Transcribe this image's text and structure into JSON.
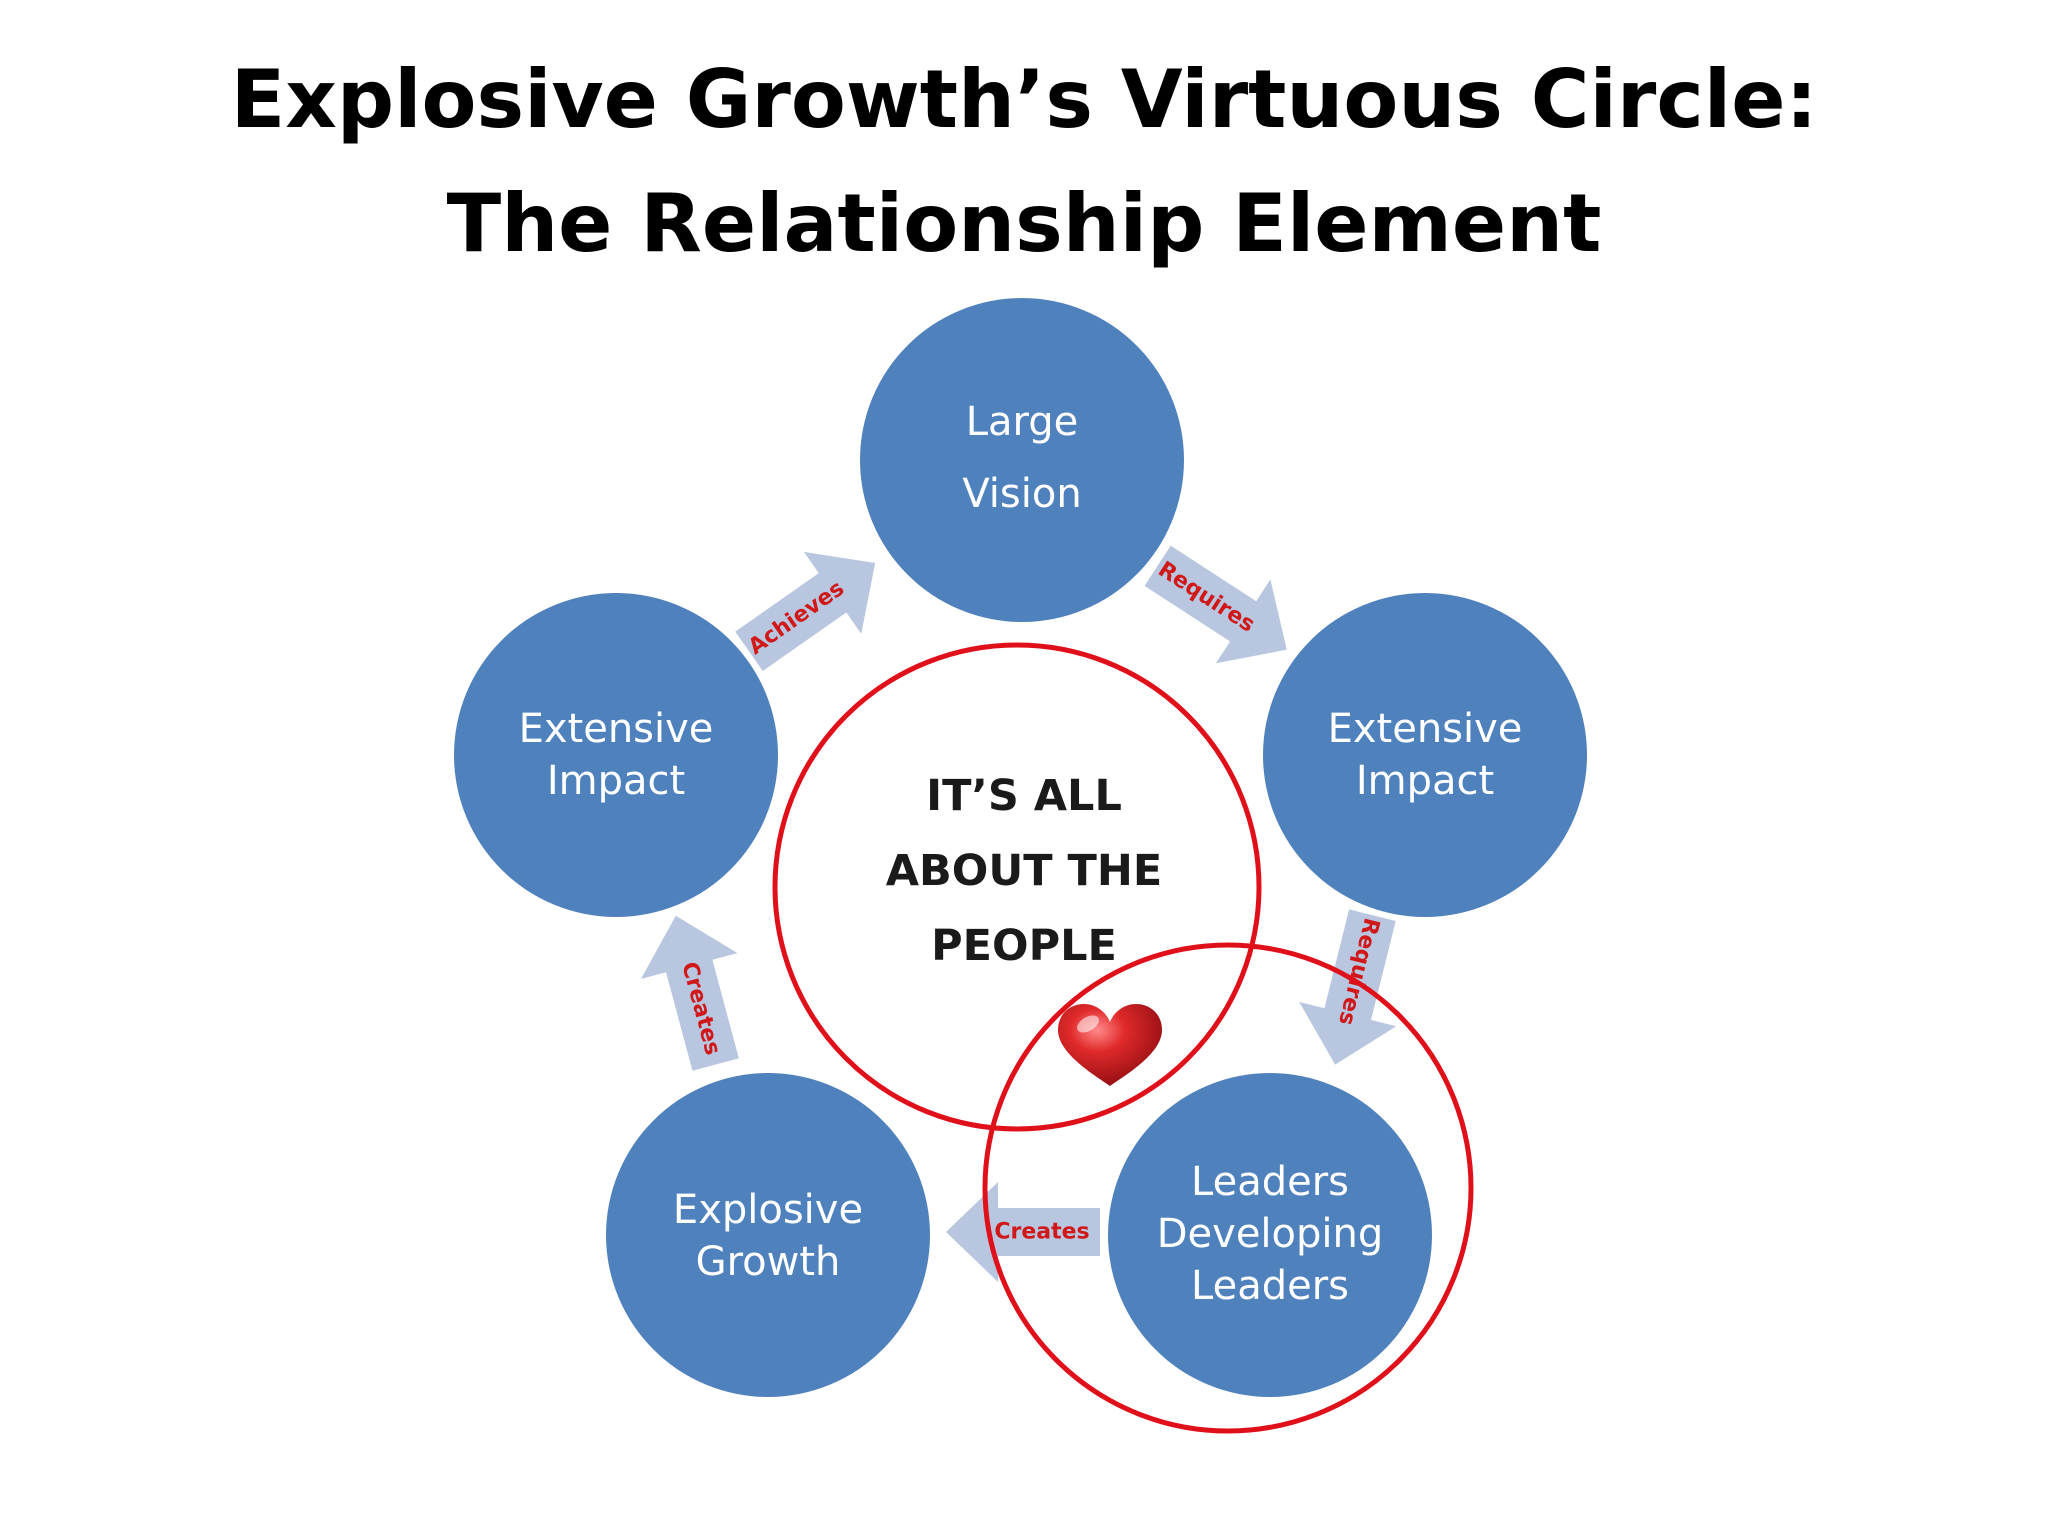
{
  "title": {
    "line1": "Explosive Growth’s Virtuous Circle:",
    "line2": "The Relationship Element"
  },
  "nodes": {
    "large_vision": [
      "Large",
      "Vision"
    ],
    "extensive_impact_left": [
      "Extensive",
      "Impact"
    ],
    "extensive_impact_right": [
      "Extensive",
      "Impact"
    ],
    "leaders_developing_leaders": [
      "Leaders",
      "Developing",
      "Leaders"
    ],
    "explosive_growth": [
      "Explosive",
      "Growth"
    ]
  },
  "arrows": {
    "achieves": "Achieves",
    "requires_top": "Requires",
    "requires_right": "Requires",
    "creates_bottom": "Creates",
    "creates_left": "Creates"
  },
  "center": [
    "IT’S ALL",
    "ABOUT THE",
    "PEOPLE"
  ],
  "colors": {
    "node_fill": "#4f81bd",
    "arrow_fill": "#b8c6e0",
    "arrow_label": "#d01818",
    "ring_stroke": "#e0101a",
    "heart": "#c8141e"
  },
  "icons": {
    "heart": "heart-icon"
  }
}
